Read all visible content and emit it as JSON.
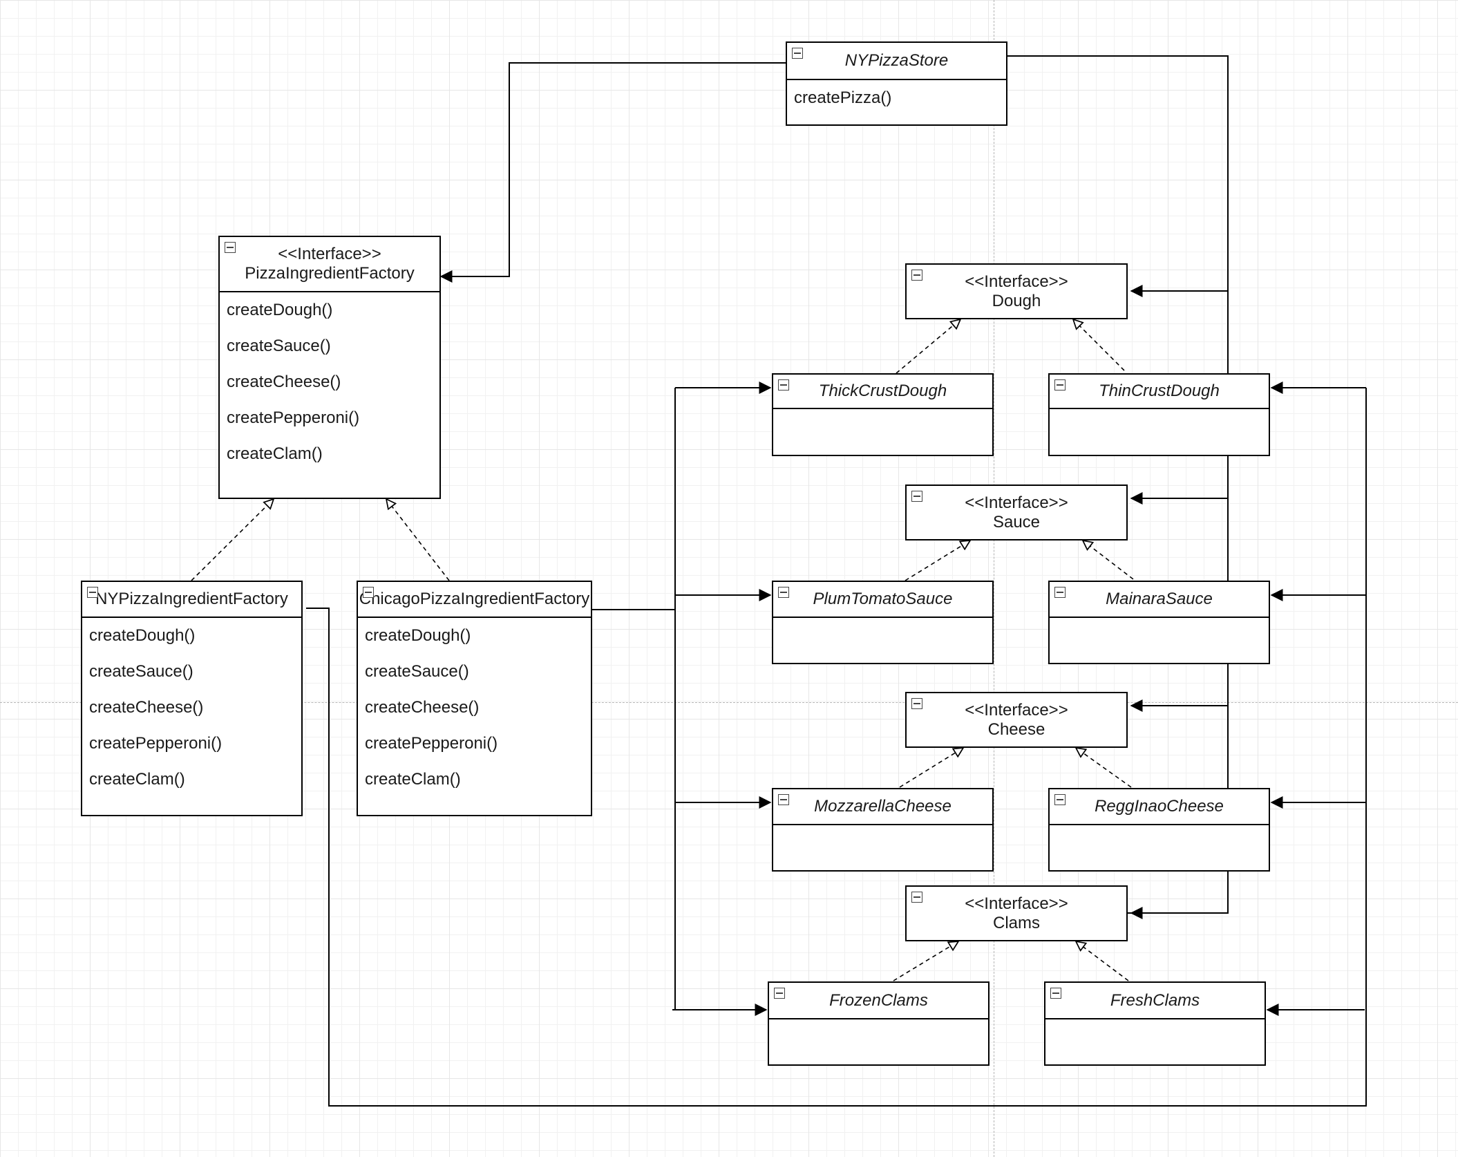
{
  "diagram": {
    "classes": {
      "ny_pizza_store": {
        "name": "NYPizzaStore",
        "methods": [
          "createPizza()"
        ]
      },
      "pizza_ingredient_factory": {
        "stereotype": "<<Interface>>",
        "name": "PizzaIngredientFactory",
        "methods": [
          "createDough()",
          "createSauce()",
          "createCheese()",
          "createPepperoni()",
          "createClam()"
        ]
      },
      "ny_pizza_ingredient_factory": {
        "name": "NYPizzaIngredientFactory",
        "methods": [
          "createDough()",
          "createSauce()",
          "createCheese()",
          "createPepperoni()",
          "createClam()"
        ]
      },
      "chicago_pizza_ingredient_factory": {
        "name": "ChicagoPizzaIngredientFactory",
        "methods": [
          "createDough()",
          "createSauce()",
          "createCheese()",
          "createPepperoni()",
          "createClam()"
        ]
      },
      "dough": {
        "stereotype": "<<Interface>>",
        "name": "Dough"
      },
      "thick_crust_dough": {
        "name": "ThickCrustDough"
      },
      "thin_crust_dough": {
        "name": "ThinCrustDough"
      },
      "sauce": {
        "stereotype": "<<Interface>>",
        "name": "Sauce"
      },
      "plum_tomato_sauce": {
        "name": "PlumTomatoSauce"
      },
      "mainara_sauce": {
        "name": "MainaraSauce"
      },
      "cheese": {
        "stereotype": "<<Interface>>",
        "name": "Cheese"
      },
      "mozzarella_cheese": {
        "name": "MozzarellaCheese"
      },
      "regginao_cheese": {
        "name": "ReggInaoCheese"
      },
      "clams": {
        "stereotype": "<<Interface>>",
        "name": "Clams"
      },
      "frozen_clams": {
        "name": "FrozenClams"
      },
      "fresh_clams": {
        "name": "FreshClams"
      }
    },
    "colors": {
      "line": "#000000",
      "grid": "#e6e6e6",
      "background": "#ffffff"
    }
  }
}
